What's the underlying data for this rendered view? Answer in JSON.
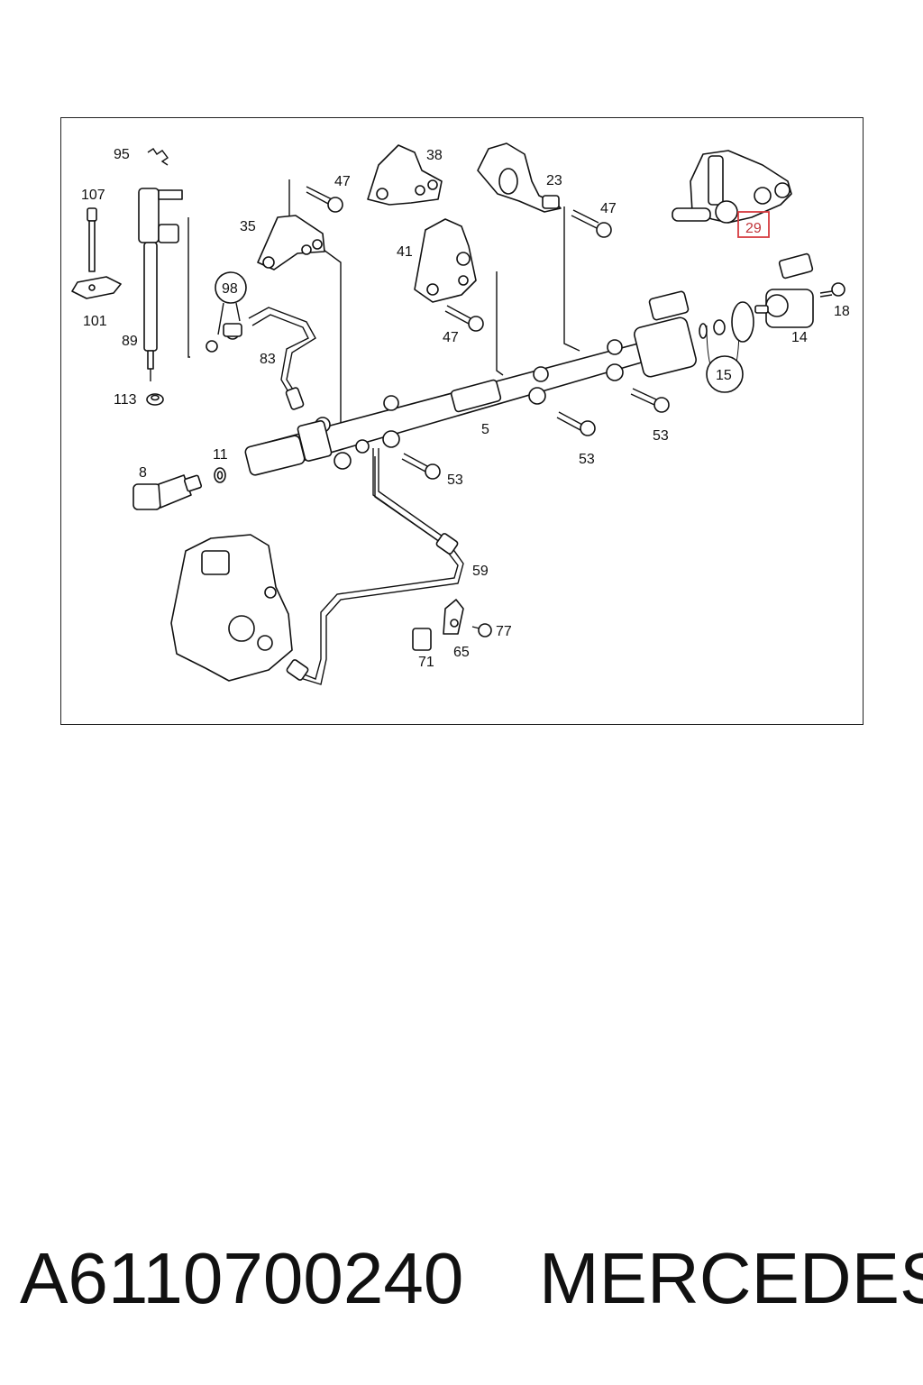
{
  "diagram": {
    "highlighted_callout": "29",
    "highlight_color": "#d63a3f",
    "callouts": {
      "c95": "95",
      "c107": "107",
      "c101": "101",
      "c89": "89",
      "c113": "113",
      "c98": "98",
      "c35": "35",
      "c47a": "47",
      "c38": "38",
      "c23": "23",
      "c47b": "47",
      "c29": "29",
      "c41": "41",
      "c47c": "47",
      "c18": "18",
      "c14": "14",
      "c15": "15",
      "c83": "83",
      "c5": "5",
      "c53a": "53",
      "c53b": "53",
      "c53c": "53",
      "c11": "11",
      "c8": "8",
      "c59": "59",
      "c77": "77",
      "c71": "71",
      "c65": "65"
    }
  },
  "footer": {
    "part_number": "A6110700240",
    "brand": "MERCEDES"
  }
}
